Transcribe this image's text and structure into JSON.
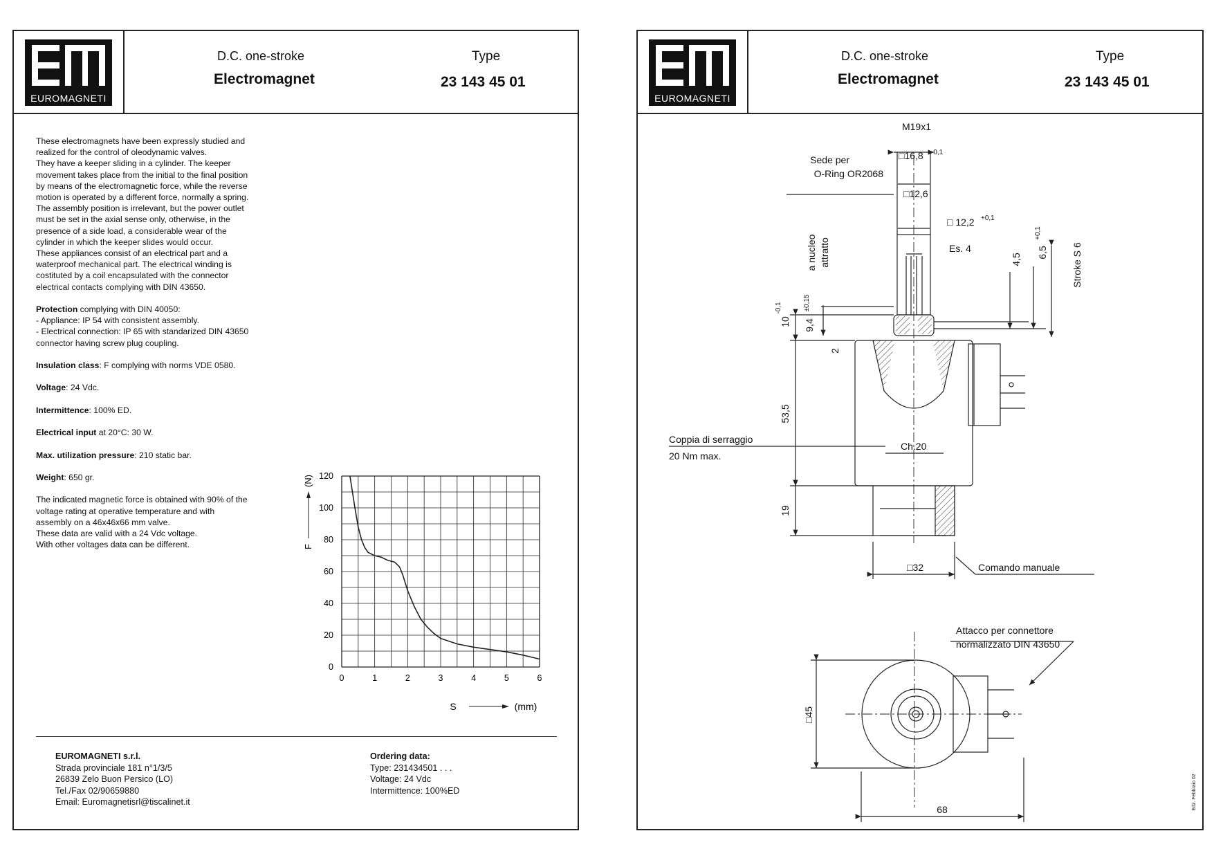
{
  "logo_text": "EUROMAGNETI",
  "header": {
    "subtitle": "D.C. one-stroke",
    "title": "Electromagnet",
    "type_label": "Type",
    "type_number": "23 143 45 01"
  },
  "description": [
    "These electromagnets have been expressly studied and",
    "realized for the control of oleodynamic valves.",
    "They have a keeper sliding in a cylinder. The keeper",
    "movement takes place from the initial to the final position",
    "by means of the electromagnetic force, while the reverse",
    "motion is operated by a different force, normally a spring.",
    "The assembly position is irrelevant, but the power outlet",
    "must be set in the axial sense only, otherwise, in the",
    "presence of a side load, a considerable wear of the",
    "cylinder in which the keeper slides would occur.",
    "These appliances consist of an electrical part and a",
    "waterproof mechanical part. The electrical winding is",
    "costituted by a coil encapsulated with the connector",
    "electrical contacts complying with DIN 43650."
  ],
  "protection": {
    "label": "Protection",
    "text": " complying with DIN 40050:",
    "lines": [
      "- Appliance: IP 54 with consistent assembly.",
      "- Electrical connection: IP 65 with standarized DIN 43650",
      "connector having screw plug coupling."
    ]
  },
  "specs": [
    {
      "label": "Insulation class",
      "value": ": F complying with norms VDE 0580."
    },
    {
      "label": "Voltage",
      "value": ": 24 Vdc."
    },
    {
      "label": "Intermittence",
      "value": ": 100% ED."
    },
    {
      "label": "Electrical input",
      "value": " at 20°C: 30 W."
    },
    {
      "label": "Max. utilization pressure",
      "value": ": 210 static bar."
    },
    {
      "label": "Weight",
      "value": ": 650 gr."
    }
  ],
  "note": [
    "The indicated magnetic force is obtained with 90% of the",
    "voltage rating at operative temperature and with",
    "assembly on a 46x46x66 mm valve.",
    "These data are valid with a 24 Vdc voltage.",
    "With other voltages data can be different."
  ],
  "chart_data": {
    "type": "line",
    "x": [
      0.25,
      0.4,
      0.5,
      0.6,
      0.7,
      0.8,
      0.9,
      1.0,
      1.2,
      1.4,
      1.6,
      1.75,
      1.85,
      2.0,
      2.2,
      2.4,
      2.6,
      2.8,
      3.0,
      3.5,
      4.0,
      4.5,
      5.0,
      5.5,
      6.0
    ],
    "series": [
      {
        "values": [
          120,
          100,
          88,
          80,
          75,
          72,
          71,
          70,
          69,
          67,
          66,
          63,
          58,
          48,
          38,
          30,
          25,
          21,
          18,
          14.5,
          12.5,
          11,
          9.5,
          7.5,
          5
        ]
      }
    ],
    "xlabel": "S",
    "xunit": "(mm)",
    "ylabel": "F",
    "yunit": "(N)",
    "xlim": [
      0,
      6
    ],
    "ylim": [
      0,
      120
    ],
    "xticks": [
      "0",
      "1",
      "2",
      "3",
      "4",
      "5",
      "6"
    ],
    "yticks": [
      "0",
      "20",
      "40",
      "60",
      "80",
      "100",
      "120"
    ],
    "grid": true
  },
  "address": {
    "company": "EUROMAGNETI s.r.l.",
    "street": "Strada provinciale 181 n°1/3/5",
    "city": "26839 Zelo Buon Persico (LO)",
    "phone": "Tel./Fax 02/90659880",
    "email": "Email: Euromagnetisrl@tiscalinet.it"
  },
  "ordering": {
    "title": "Ordering data:",
    "type": "Type: 231434501 . . .",
    "voltage": "Voltage: 24 Vdc",
    "intermittence": "Intermittence: 100%ED"
  },
  "drawing": {
    "m19": "M19x1",
    "sede_per": "Sede per",
    "oring": "O-Ring OR2068",
    "d168": "□16,8",
    "d168_tol": "-0,1",
    "d126": "□12,6",
    "d122": "□ 12,2",
    "d122_tol": "+0,1",
    "es4": "Es. 4",
    "nucleo_1": "a nucleo",
    "nucleo_2": "attratto",
    "d45": "4,5",
    "d65": "6,5",
    "d65_tol": "+0,1",
    "stroke": "Stroke S 6",
    "d10": "10",
    "d10_tol": "-0,1",
    "d94": "9,4",
    "d94_tol": "±0,15",
    "d2": "2",
    "d535": "53,5",
    "d19": "19",
    "coppia": "Coppia di serraggio",
    "nm": "20 Nm max.",
    "ch20": "Ch.20",
    "d32": "□32",
    "comando": "Comando manuale",
    "attacco_1": "Attacco per connettore",
    "attacco_2": "normalizzato DIN 43650",
    "d45b": "□45",
    "d68": "68",
    "edition": "Edz. Febbraio 02"
  }
}
